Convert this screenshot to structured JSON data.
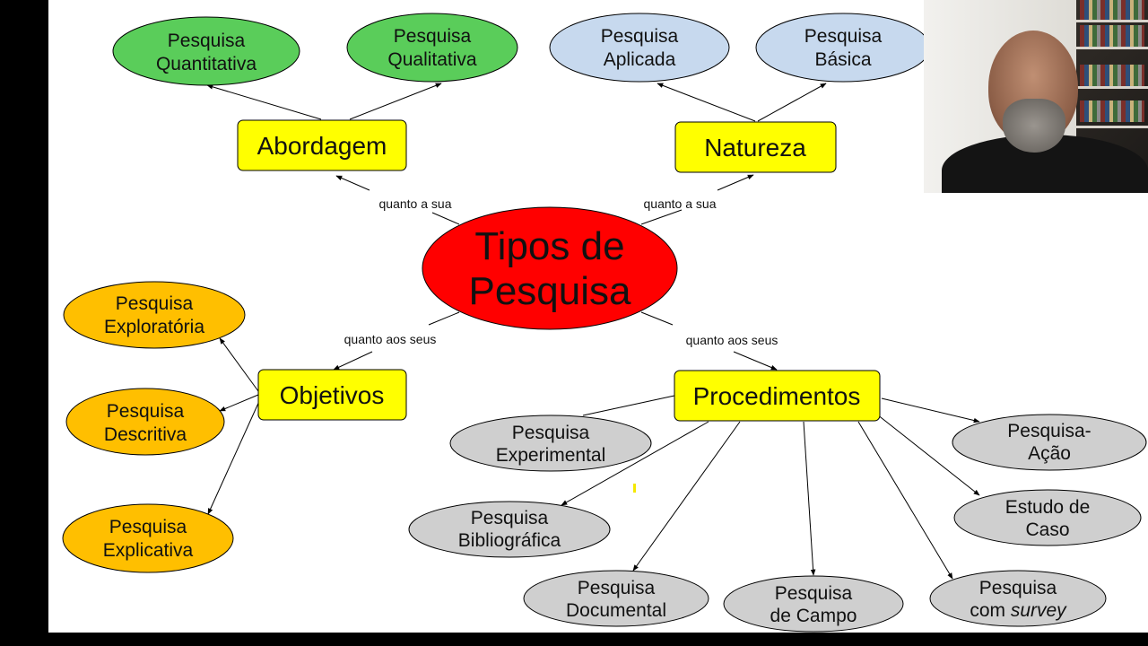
{
  "central": {
    "line1": "Tipos de",
    "line2": "Pesquisa",
    "fill": "#ff0000"
  },
  "categories": {
    "abordagem": "Abordagem",
    "natureza": "Natureza",
    "objetivos": "Objetivos",
    "procedimentos": "Procedimentos",
    "fill": "#ffff00"
  },
  "edge_labels": {
    "abordagem": "quanto a sua",
    "natureza": "quanto a sua",
    "objetivos": "quanto aos seus",
    "procedimentos": "quanto aos seus"
  },
  "abordagem_items": [
    {
      "line1": "Pesquisa",
      "line2": "Quantitativa"
    },
    {
      "line1": "Pesquisa",
      "line2": "Qualitativa"
    }
  ],
  "natureza_items": [
    {
      "line1": "Pesquisa",
      "line2": "Aplicada"
    },
    {
      "line1": "Pesquisa",
      "line2": "Básica"
    }
  ],
  "objetivos_items": [
    {
      "line1": "Pesquisa",
      "line2": "Exploratória"
    },
    {
      "line1": "Pesquisa",
      "line2": "Descritiva"
    },
    {
      "line1": "Pesquisa",
      "line2": "Explicativa"
    }
  ],
  "procedimentos_items": [
    {
      "line1": "Pesquisa",
      "line2": "Experimental"
    },
    {
      "line1": "Pesquisa",
      "line2": "Bibliográfica"
    },
    {
      "line1": "Pesquisa",
      "line2": "Documental"
    },
    {
      "line1": "Pesquisa",
      "line2": "de Campo"
    },
    {
      "line1": "Pesquisa",
      "line2_prefix": "com ",
      "line2_italic": "survey"
    },
    {
      "line1": "Estudo de",
      "line2": "Caso"
    },
    {
      "line1": "Pesquisa-",
      "line2": "Ação"
    }
  ],
  "colors": {
    "abordagem_fill": "#5acd5a",
    "natureza_fill": "#c7d9ee",
    "objetivos_fill": "#ffbf00",
    "procedimentos_fill": "#cfcfcf"
  }
}
